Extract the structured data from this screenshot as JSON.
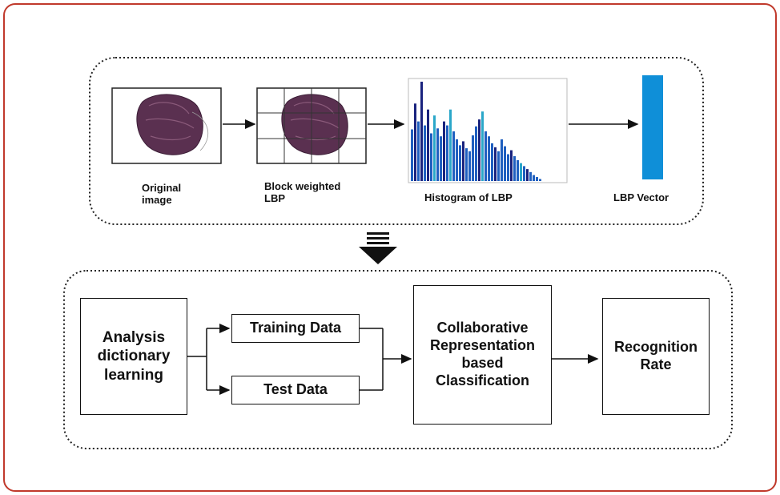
{
  "top_stage": {
    "original_image_label": "Original\nimage",
    "block_weighted_label": "Block weighted\nLBP",
    "histogram_label": "Histogram of LBP",
    "vector_label": "LBP Vector"
  },
  "bottom_stage": {
    "analysis_label": "Analysis\ndictionary\nlearning",
    "training_label": "Training Data",
    "test_label": "Test Data",
    "crc_label": "Collaborative\nRepresentation\nbased\nClassification",
    "recognition_label": "Recognition\nRate"
  },
  "colors": {
    "frame_border": "#c0392b",
    "bar_blue": "#1f5fbf",
    "bar_navy": "#1a237e",
    "bar_cyan": "#2aa7c9",
    "vector_blue": "#0f8fd8",
    "tissue": "#5a3050"
  },
  "histogram": {
    "bars": [
      [
        0.52,
        "blue"
      ],
      [
        0.78,
        "navy"
      ],
      [
        0.6,
        "blue"
      ],
      [
        1.0,
        "navy"
      ],
      [
        0.56,
        "blue"
      ],
      [
        0.72,
        "navy"
      ],
      [
        0.48,
        "blue"
      ],
      [
        0.66,
        "cyan"
      ],
      [
        0.53,
        "blue"
      ],
      [
        0.45,
        "blue"
      ],
      [
        0.6,
        "navy"
      ],
      [
        0.56,
        "blue"
      ],
      [
        0.72,
        "cyan"
      ],
      [
        0.5,
        "blue"
      ],
      [
        0.42,
        "blue"
      ],
      [
        0.36,
        "blue"
      ],
      [
        0.4,
        "navy"
      ],
      [
        0.33,
        "blue"
      ],
      [
        0.3,
        "blue"
      ],
      [
        0.46,
        "blue"
      ],
      [
        0.55,
        "blue"
      ],
      [
        0.62,
        "navy"
      ],
      [
        0.7,
        "cyan"
      ],
      [
        0.5,
        "blue"
      ],
      [
        0.45,
        "blue"
      ],
      [
        0.38,
        "blue"
      ],
      [
        0.34,
        "navy"
      ],
      [
        0.3,
        "blue"
      ],
      [
        0.42,
        "blue"
      ],
      [
        0.35,
        "blue"
      ],
      [
        0.27,
        "blue"
      ],
      [
        0.31,
        "navy"
      ],
      [
        0.25,
        "blue"
      ],
      [
        0.21,
        "blue"
      ],
      [
        0.18,
        "cyan"
      ],
      [
        0.15,
        "blue"
      ],
      [
        0.12,
        "navy"
      ],
      [
        0.09,
        "blue"
      ],
      [
        0.06,
        "blue"
      ],
      [
        0.04,
        "blue"
      ],
      [
        0.02,
        "blue"
      ]
    ]
  }
}
